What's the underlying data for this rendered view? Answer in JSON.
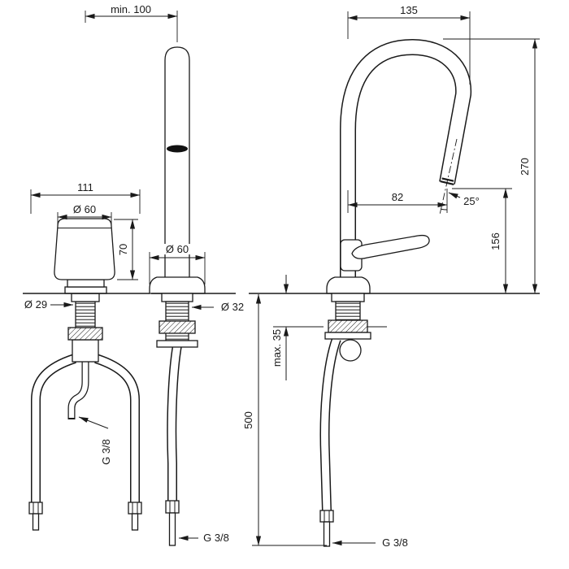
{
  "colors": {
    "line": "#1a1a1a",
    "background": "#ffffff",
    "aerator_fill": "#111111"
  },
  "dimensions": {
    "min_center_distance": "min. 100",
    "overall_width": "111",
    "handle_diameter": "Ø 60",
    "handle_height": "70",
    "handle_hole_diameter": "Ø 29",
    "spout_base_diameter": "Ø 60",
    "spout_hole_diameter": "Ø 32",
    "spout_reach": "135",
    "spout_height": "270",
    "outlet_reach": "82",
    "outlet_angle": "25°",
    "outlet_height": "156",
    "max_counter_thickness": "max. 35",
    "hose_length": "500",
    "connection_thread_handle": "G 3/8",
    "connection_thread_spout": "G 3/8",
    "connection_thread_side": "G 3/8"
  }
}
